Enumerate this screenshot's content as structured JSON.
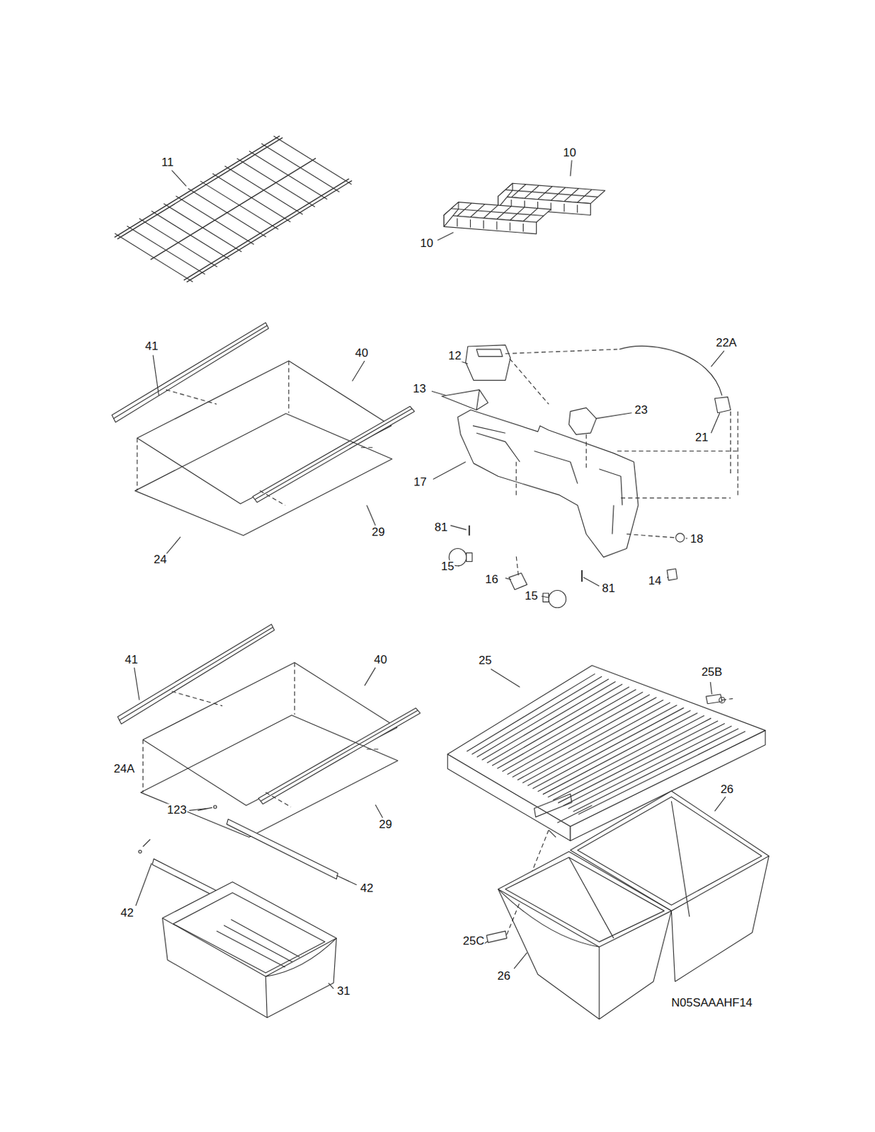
{
  "diagram": {
    "labels": [
      "11",
      "10",
      "10",
      "41",
      "40",
      "29",
      "24",
      "12",
      "22A",
      "13",
      "23",
      "21",
      "17",
      "81",
      "18",
      "15",
      "16",
      "15",
      "81",
      "14",
      "41",
      "40",
      "24A",
      "123",
      "29",
      "42",
      "42",
      "31",
      "25",
      "25B",
      "26",
      "25C",
      "26",
      "N05SAAAHF14"
    ]
  }
}
